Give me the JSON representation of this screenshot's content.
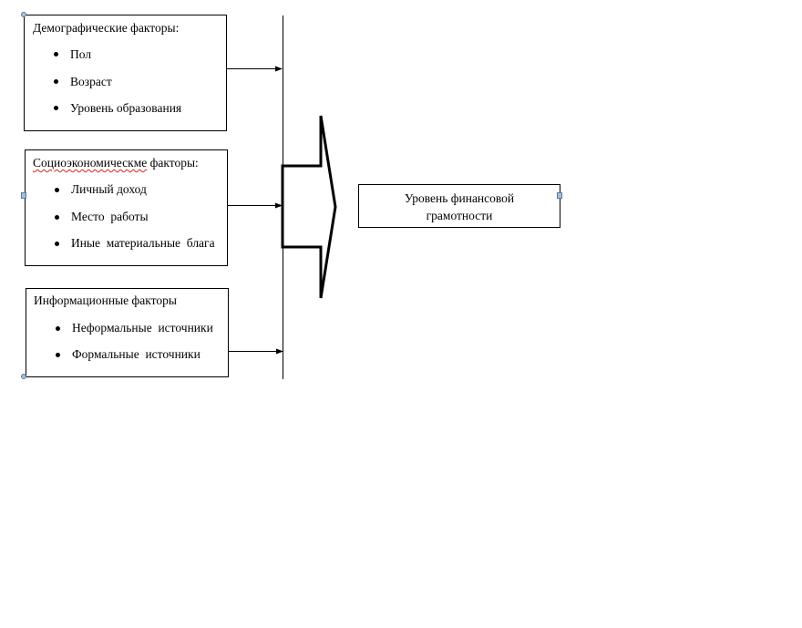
{
  "groups": [
    {
      "title": "Демографические факторы:",
      "items": [
        "Пол",
        "Возраст",
        "Уровень образования"
      ]
    },
    {
      "title_misspelled": "Социоэкономическме",
      "title_rest": " факторы:",
      "items": [
        "Личный доход",
        "Место  работы",
        "Иные  материальные  блага"
      ]
    },
    {
      "title": "Информационные факторы",
      "items": [
        "Неформальные  источники",
        "Формальные  источники"
      ]
    }
  ],
  "result": {
    "line1": "Уровень финансовой",
    "line2": "грамотности"
  },
  "colors": {
    "stroke": "#000000",
    "handle_fill": "#a8bfd8",
    "spellcheck": "#d22222"
  }
}
